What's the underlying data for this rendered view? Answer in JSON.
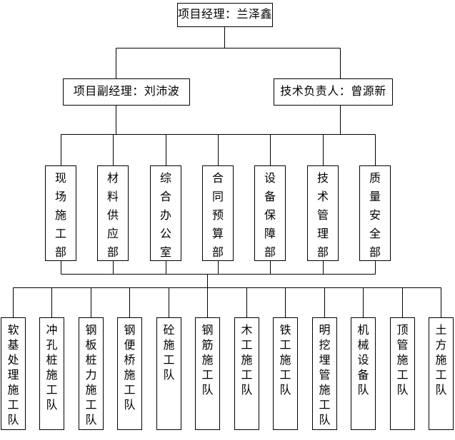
{
  "org": {
    "project_manager": {
      "label": "项目经理：兰泽鑫"
    },
    "deputy_manager": {
      "label": "项目副经理：刘沛波"
    },
    "technical_director": {
      "label": "技术负责人：曾源新"
    },
    "departments": [
      {
        "label": "现场施工部"
      },
      {
        "label": "材料供应部"
      },
      {
        "label": "综合办公室"
      },
      {
        "label": "合同预算部"
      },
      {
        "label": "设备保障部"
      },
      {
        "label": "技术管理部"
      },
      {
        "label": "质量安全部"
      }
    ],
    "teams": [
      {
        "label": "软基处理施工队"
      },
      {
        "label": "冲孔桩施工队"
      },
      {
        "label": "钢板桩力施工队"
      },
      {
        "label": "钢便桥施工队"
      },
      {
        "label": "砼施工队"
      },
      {
        "label": "钢筋施工队"
      },
      {
        "label": "木工施工队"
      },
      {
        "label": "铁工施工队"
      },
      {
        "label": "明挖埋管施工队"
      },
      {
        "label": "机械设备队"
      },
      {
        "label": "顶管施工队"
      },
      {
        "label": "土方施工队"
      }
    ]
  },
  "colors": {
    "background": "#ffffff",
    "line": "#000000",
    "box_border": "#000000",
    "text": "#000000"
  }
}
